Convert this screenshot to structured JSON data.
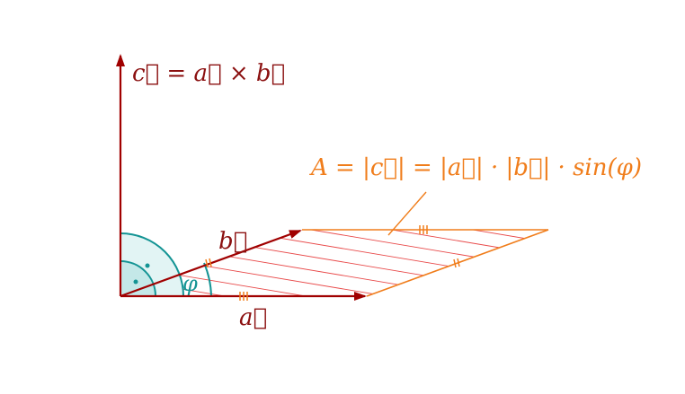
{
  "labels": {
    "c_vector": "c⃗ = a⃗ × b⃗",
    "b_vector": "b⃗",
    "a_vector": "a⃗",
    "area_formula": "A = |c⃗| = |a⃗| · |b⃗| · sin(φ)",
    "angle_phi": "φ"
  },
  "colors": {
    "vector": "#a00000",
    "parallelogram_edge": "#f07d1b",
    "hatch": "#e84848",
    "angle_arc": "#149494",
    "angle_fill": "#d8f0f0"
  }
}
